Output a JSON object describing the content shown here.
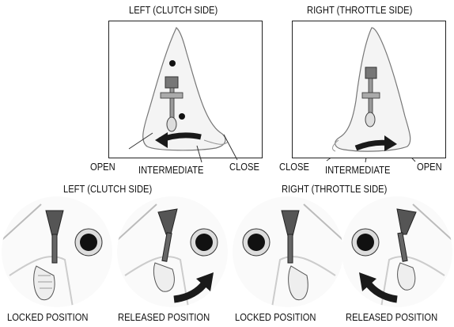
{
  "top_left_title": "LEFT (CLUTCH SIDE)",
  "top_right_title": "RIGHT (THROTTLE SIDE)",
  "top_left_labels": {
    "open": "OPEN",
    "intermediate": "INTERMEDIATE",
    "close": "CLOSE"
  },
  "top_right_labels": {
    "close": "CLOSE",
    "intermediate": "INTERMEDIATE",
    "open": "OPEN"
  },
  "bottom_left_title": "LEFT (CLUTCH SIDE)",
  "bottom_right_title": "RIGHT (THROTTLE SIDE)",
  "captions": [
    "LOCKED POSITION",
    "RELEASED POSITION",
    "LOCKED POSITION",
    "RELEASED POSITION"
  ],
  "colors": {
    "ink": "#111111",
    "arrow": "#1a1a1a",
    "line": "#555555",
    "fill": "#f2f2f2"
  }
}
